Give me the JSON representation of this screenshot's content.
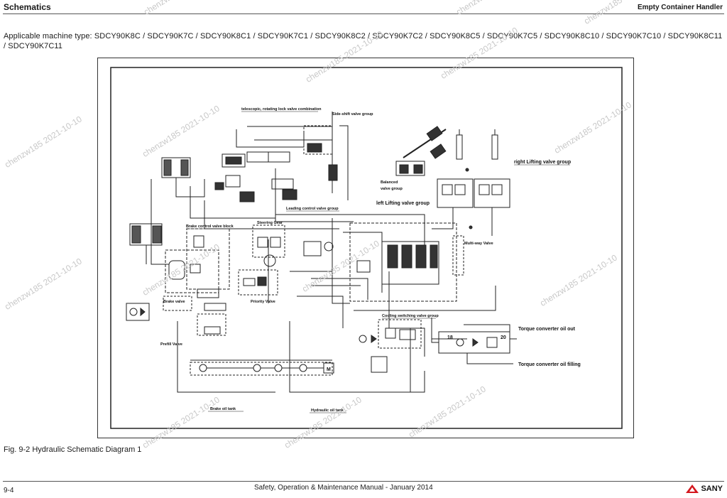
{
  "header": {
    "section": "Schematics",
    "product": "Empty Container Handler"
  },
  "applicability": "Applicable machine type: SDCY90K8C / SDCY90K7C / SDCY90K8C1 / SDCY90K7C1 / SDCY90K8C2 / SDCY90K7C2 / SDCY90K8C5 / SDCY90K7C5 / SDCY90K8C10 / SDCY90K7C10 / SDCY90K8C11 / SDCY90K7C11",
  "diagram": {
    "labels": {
      "telescopic": "telescopic, rotating lock valve combination",
      "side_shift": "Side-shift valve group",
      "balanced": "Balanced",
      "valve_group": "valve group",
      "right_lifting": "right Lifting valve group",
      "left_lifting": "left Lifting valve group",
      "leading_control": "Leading control valve group",
      "brake_control": "Brake control valve block",
      "steering_gear": "Steering Gear",
      "multi_way": "Multi-way Valve",
      "brake_valve": "Brake valve",
      "priority_valve": "Priority Valve",
      "cooling_switching": "Cooling switching valve group",
      "torque_out": "Torque converter oil out",
      "torque_fill": "Torque converter oil filling",
      "prefill": "Prefill Valve",
      "brake_tank": "Brake oil tank",
      "hydraulic_tank": "Hydraulic oil tank",
      "num_18": "18",
      "num_20": "20",
      "motor": "M"
    }
  },
  "watermark": "chenzw185 2021-10-10",
  "caption": "Fig. 9-2 Hydraulic Schematic Diagram 1",
  "footer": {
    "page": "9-4",
    "title": "Safety, Operation & Maintenance Manual - January 2014",
    "brand": "SANY",
    "brand_color": "#d4171e"
  }
}
